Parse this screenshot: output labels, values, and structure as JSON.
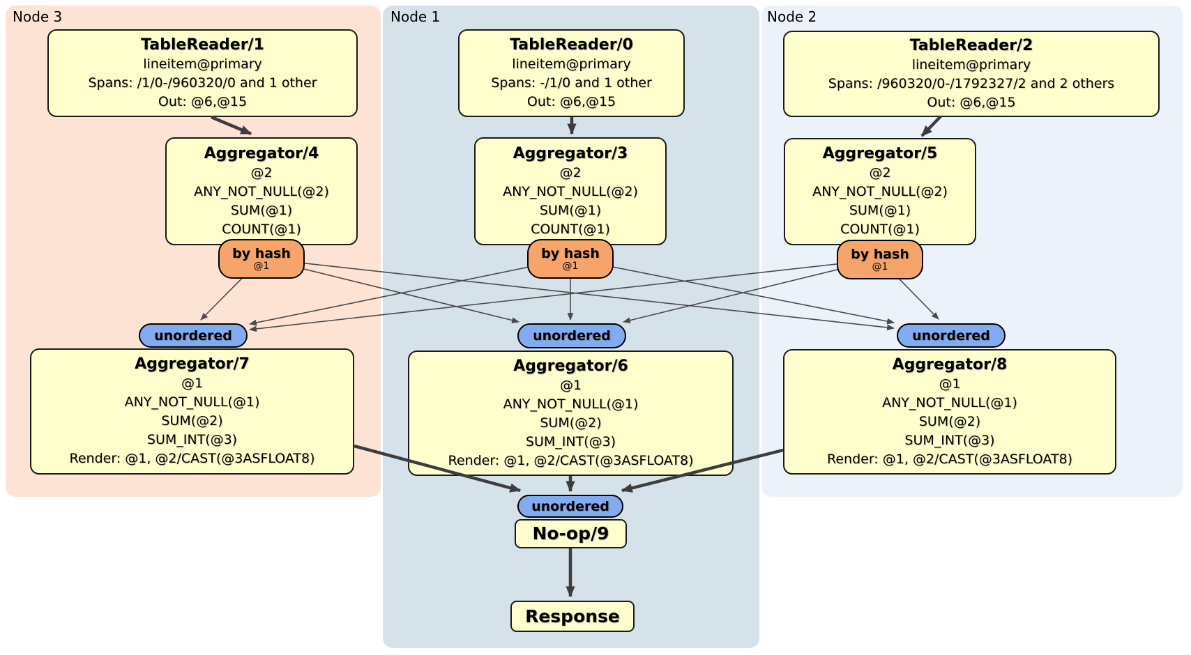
{
  "regions": {
    "node3": {
      "label": "Node 3"
    },
    "node1": {
      "label": "Node 1"
    },
    "node2": {
      "label": "Node 2"
    }
  },
  "processors": {
    "tr1": {
      "title": "TableReader/1",
      "lines": [
        "lineitem@primary",
        "Spans: /1/0-/960320/0 and 1 other",
        "Out: @6,@15"
      ]
    },
    "tr0": {
      "title": "TableReader/0",
      "lines": [
        "lineitem@primary",
        "Spans: -/1/0 and 1 other",
        "Out: @6,@15"
      ]
    },
    "tr2": {
      "title": "TableReader/2",
      "lines": [
        "lineitem@primary",
        "Spans: /960320/0-/1792327/2 and 2 others",
        "Out: @6,@15"
      ]
    },
    "agg4": {
      "title": "Aggregator/4",
      "lines": [
        "@2",
        "ANY_NOT_NULL(@2)",
        "SUM(@1)",
        "COUNT(@1)"
      ]
    },
    "agg3": {
      "title": "Aggregator/3",
      "lines": [
        "@2",
        "ANY_NOT_NULL(@2)",
        "SUM(@1)",
        "COUNT(@1)"
      ]
    },
    "agg5": {
      "title": "Aggregator/5",
      "lines": [
        "@2",
        "ANY_NOT_NULL(@2)",
        "SUM(@1)",
        "COUNT(@1)"
      ]
    },
    "agg7": {
      "title": "Aggregator/7",
      "lines": [
        "@1",
        "ANY_NOT_NULL(@1)",
        "SUM(@2)",
        "SUM_INT(@3)",
        "Render: @1, @2/CAST(@3ASFLOAT8)"
      ]
    },
    "agg6": {
      "title": "Aggregator/6",
      "lines": [
        "@1",
        "ANY_NOT_NULL(@1)",
        "SUM(@2)",
        "SUM_INT(@3)",
        "Render: @1, @2/CAST(@3ASFLOAT8)"
      ]
    },
    "agg8": {
      "title": "Aggregator/8",
      "lines": [
        "@1",
        "ANY_NOT_NULL(@1)",
        "SUM(@2)",
        "SUM_INT(@3)",
        "Render: @1, @2/CAST(@3ASFLOAT8)"
      ]
    },
    "noop": {
      "title": "No-op/9"
    },
    "response": {
      "title": "Response"
    }
  },
  "routers": {
    "byhash4": {
      "label": "by hash",
      "detail": "@1"
    },
    "byhash3": {
      "label": "by hash",
      "detail": "@1"
    },
    "byhash5": {
      "label": "by hash",
      "detail": "@1"
    }
  },
  "syncs": {
    "uno7": {
      "label": "unordered"
    },
    "uno6": {
      "label": "unordered"
    },
    "uno8": {
      "label": "unordered"
    },
    "unoFinal": {
      "label": "unordered"
    }
  },
  "colors": {
    "node3-bg": "#fce3d3",
    "node1-bg": "#d5e2e9",
    "node2-bg": "#ecf2fa",
    "box-fill": "#ffffce",
    "router-fill": "#f7a46a",
    "sync-fill": "#82acf0",
    "edge-thin": "#4a4a4a",
    "edge-thick": "#3d3d3d"
  }
}
